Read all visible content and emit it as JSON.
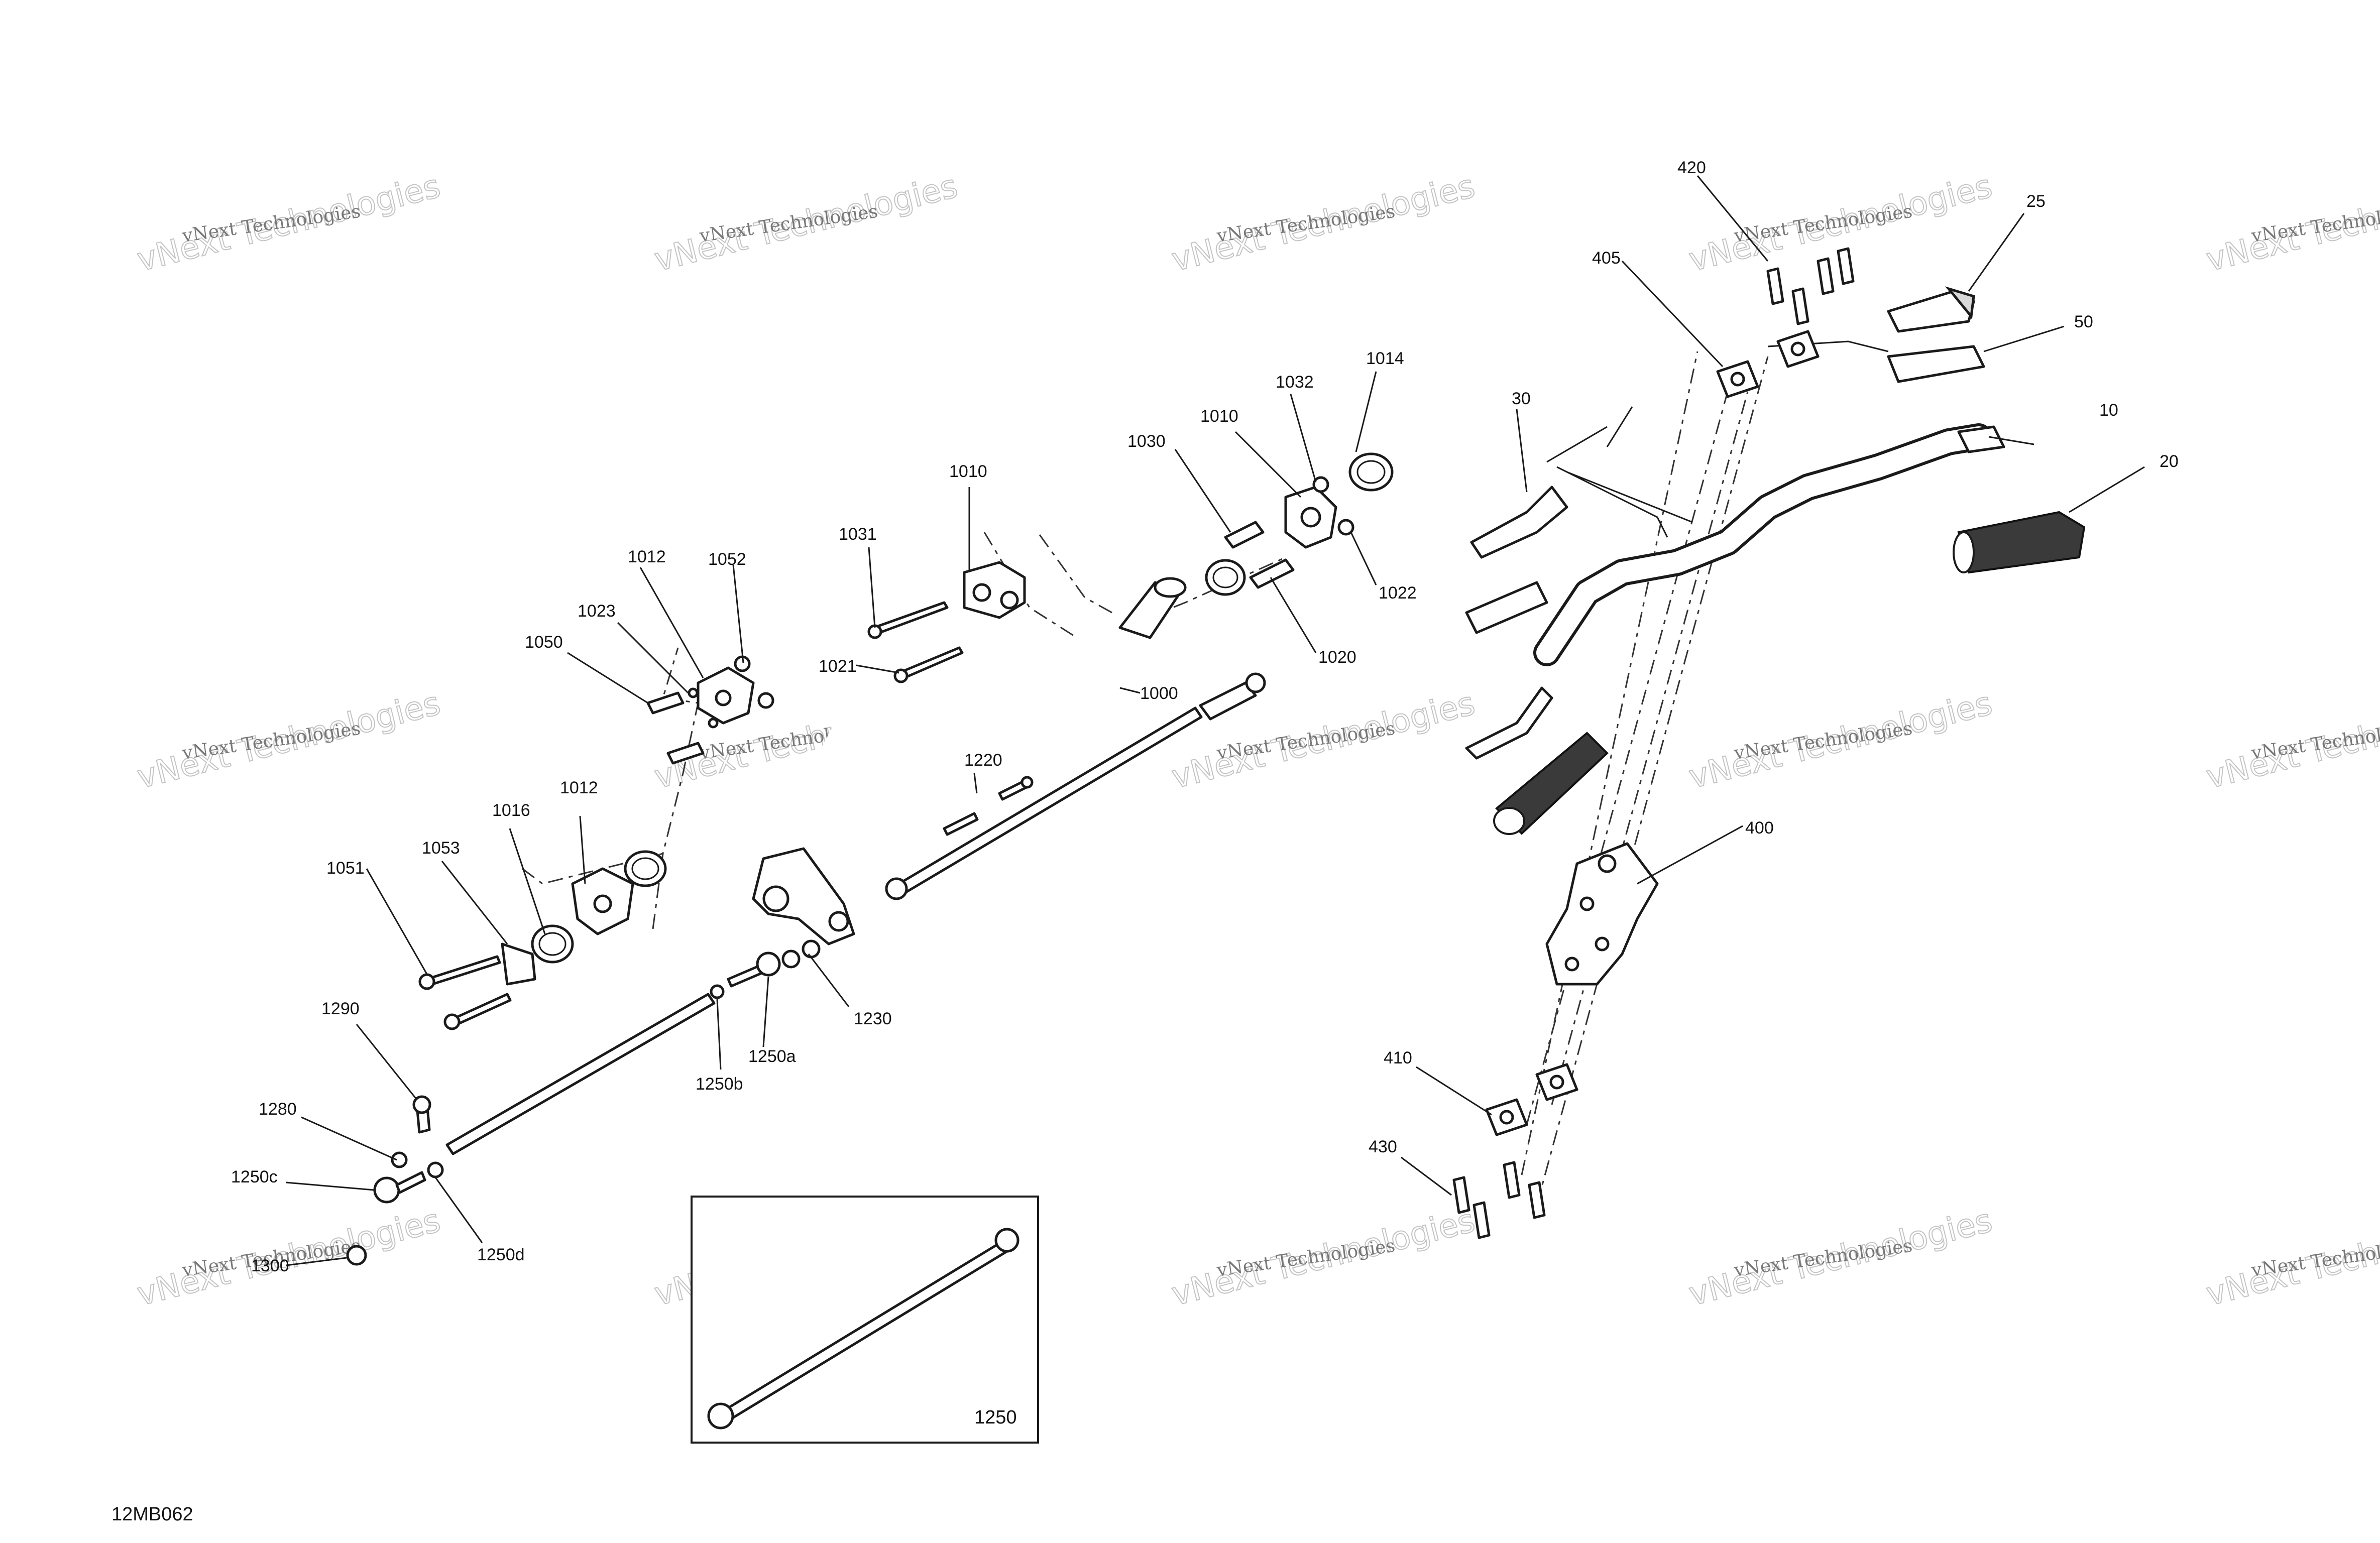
{
  "diagram": {
    "reference_code": "12MB062",
    "watermark": {
      "line1": "vNext Technologies",
      "line2": "vNext Technologies"
    },
    "callouts": [
      "1000",
      "1010",
      "1010",
      "1012",
      "1012",
      "1014",
      "1016",
      "1020",
      "1021",
      "1022",
      "1023",
      "1030",
      "1031",
      "1032",
      "1050",
      "1051",
      "1052",
      "1053",
      "1220",
      "1230",
      "1250a",
      "1250b",
      "1250c",
      "1250d",
      "1280",
      "1290",
      "1300",
      "10",
      "20",
      "25",
      "30",
      "50",
      "400",
      "405",
      "410",
      "420",
      "430"
    ],
    "inset": {
      "label": "1250"
    }
  }
}
